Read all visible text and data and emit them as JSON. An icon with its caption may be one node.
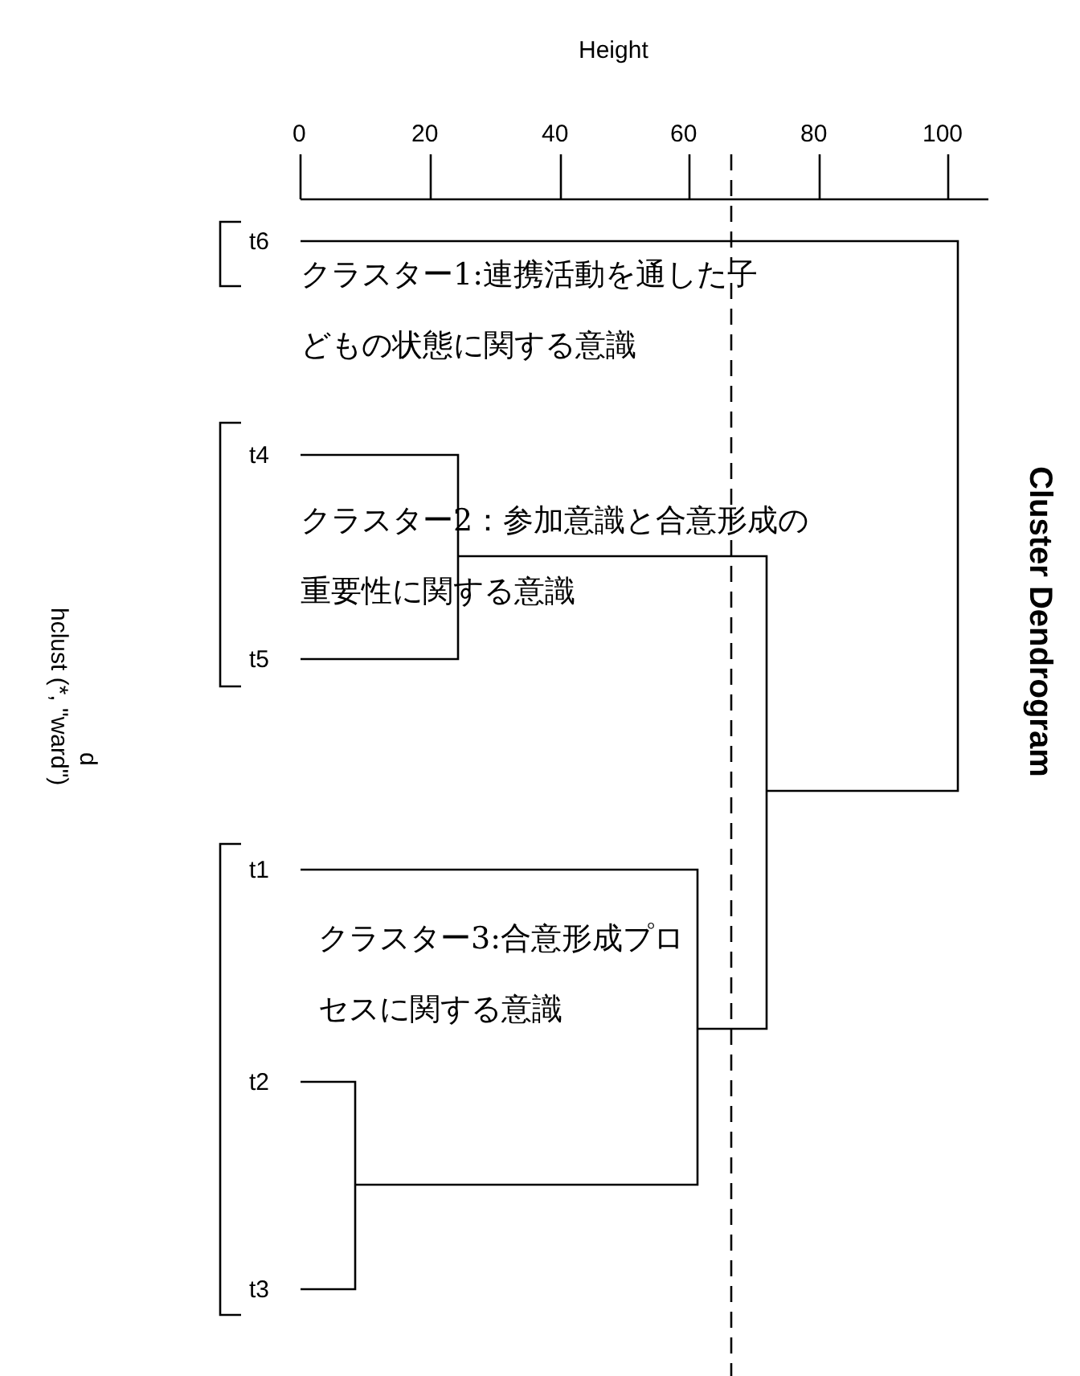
{
  "diagram": {
    "title": "Cluster Dendrogram",
    "labels": [
      "Height",
      "0",
      "20",
      "40",
      "60",
      "80",
      "100",
      "t6",
      "クラスター1:連携活動を通した子どもの状態に関する意識",
      "t4",
      "クラスター2：参加意識と合意形成の重要性に関する意識",
      "t5",
      "t1",
      "クラスター3:合意形成プロセスに関する意識",
      "t2",
      "t3",
      "d",
      "hclust (*, \"ward\")"
    ]
  }
}
